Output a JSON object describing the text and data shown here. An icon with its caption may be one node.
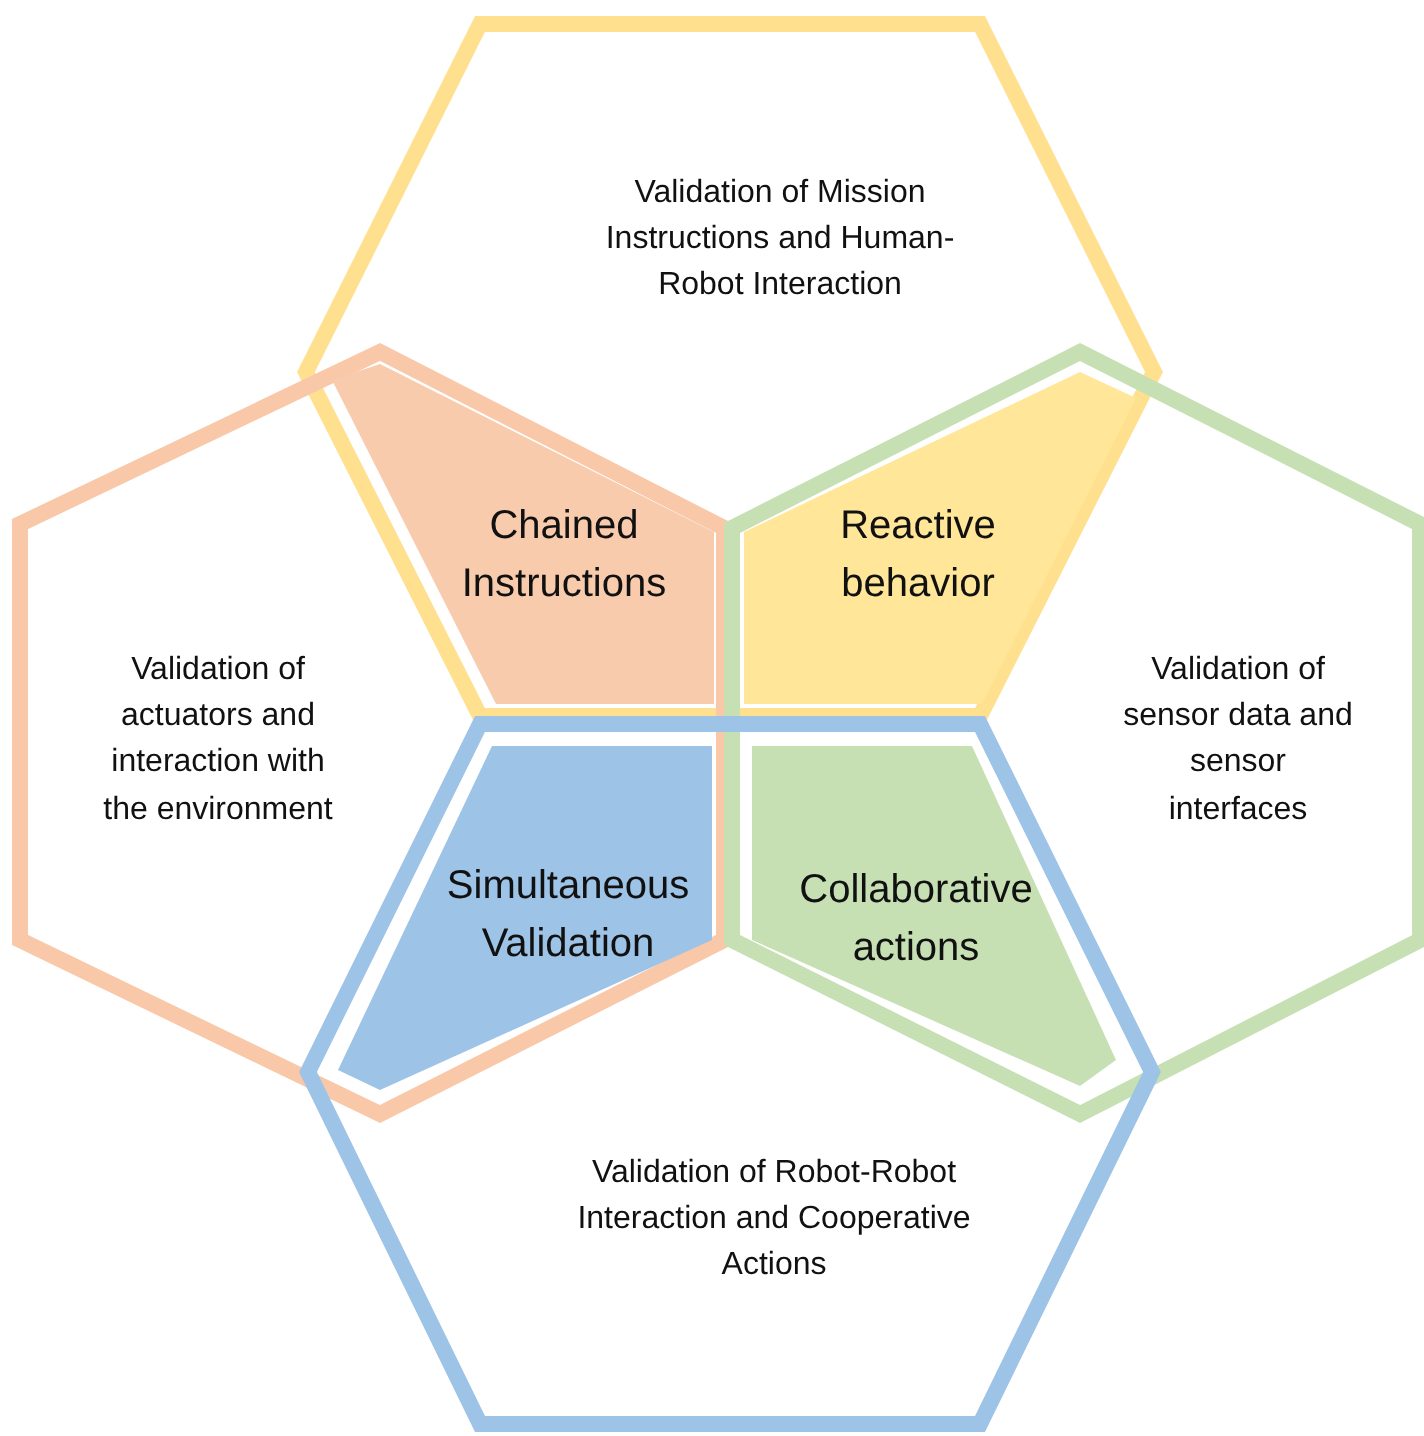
{
  "diagram": {
    "nodes": [
      {
        "text": [
          "Validation of Mission Instructions and Human-Robot Interaction"
        ]
      },
      {
        "text": [
          "Validation of actuators and interaction with the environment"
        ]
      },
      {
        "text": [
          "Chained Instructions"
        ]
      },
      {
        "text": [
          "Reactive behavior"
        ]
      },
      {
        "text": [
          "Validation of sensor data and sensor interfaces"
        ]
      },
      {
        "text": [
          "Simultaneous Validation"
        ]
      },
      {
        "text": [
          "Collaborative actions"
        ]
      },
      {
        "text": [
          "Validation of Robot-Robot Interaction and Cooperative Actions"
        ]
      }
    ]
  }
}
